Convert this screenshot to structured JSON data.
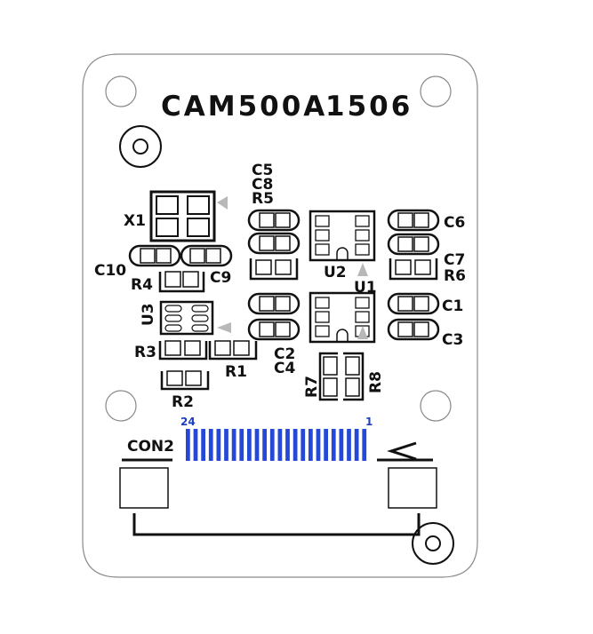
{
  "board": {
    "title": "CAM500A",
    "revision": "1506"
  },
  "designators": {
    "x1": "X1",
    "u1": "U1",
    "u2": "U2",
    "u3": "U3",
    "c1": "C1",
    "c2": "C2",
    "c3": "C3",
    "c4": "C4",
    "c5": "C5",
    "c6": "C6",
    "c7": "C7",
    "c8": "C8",
    "c9": "C9",
    "c10": "C10",
    "r1": "R1",
    "r2": "R2",
    "r3": "R3",
    "r4": "R4",
    "r5": "R5",
    "r6": "R6",
    "r7": "R7",
    "r8": "R8",
    "con2": "CON2"
  },
  "connector": {
    "pin_first": "24",
    "pin_last": "1",
    "pin_count": 24,
    "pin_color": "#2448d8",
    "label_color": "#1f3fbf"
  },
  "colors": {
    "board_outline": "#8a8a8a",
    "silkscreen": "#111111",
    "marker_fill": "#b8b8b8"
  }
}
